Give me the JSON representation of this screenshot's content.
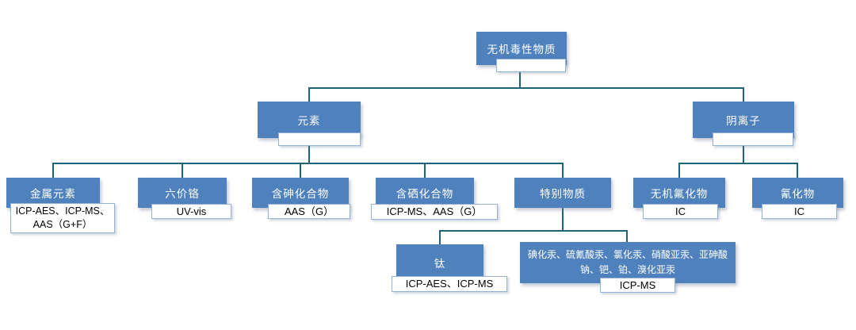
{
  "colors": {
    "box_blue": "#4f81bd",
    "box_border": "#95b3d7",
    "line_color": "#1f6377",
    "background": "#ffffff"
  },
  "nodes": {
    "root": {
      "label": "无机毒性物质",
      "method": "",
      "children": [
        "elements",
        "anions"
      ]
    },
    "elements": {
      "label": "元素",
      "method": "",
      "children": [
        "metal",
        "chromium",
        "arsenic",
        "selenium",
        "special"
      ]
    },
    "anions": {
      "label": "阴离子",
      "method": "",
      "children": [
        "fluoride",
        "cyanide"
      ]
    },
    "metal": {
      "label": "金属元素",
      "method": "ICP-AES、ICP-MS、AAS（G+F）"
    },
    "chromium": {
      "label": "六价铬",
      "method": "UV-vis"
    },
    "arsenic": {
      "label": "含砷化合物",
      "method": "AAS（G）"
    },
    "selenium": {
      "label": "含硒化合物",
      "method": "ICP-MS、AAS（G）"
    },
    "special": {
      "label": "特别物质",
      "children": [
        "titanium",
        "mercury"
      ]
    },
    "fluoride": {
      "label": "无机氟化物",
      "method": "IC"
    },
    "cyanide": {
      "label": "氰化物",
      "method": "IC"
    },
    "titanium": {
      "label": "钛",
      "method": "ICP-AES、ICP-MS"
    },
    "mercury": {
      "label": "碘化汞、硫氰酸汞、氯化汞、硝酸亚汞、亚砷酸钠、钯、铂、溴化亚汞",
      "method": "ICP-MS"
    }
  }
}
